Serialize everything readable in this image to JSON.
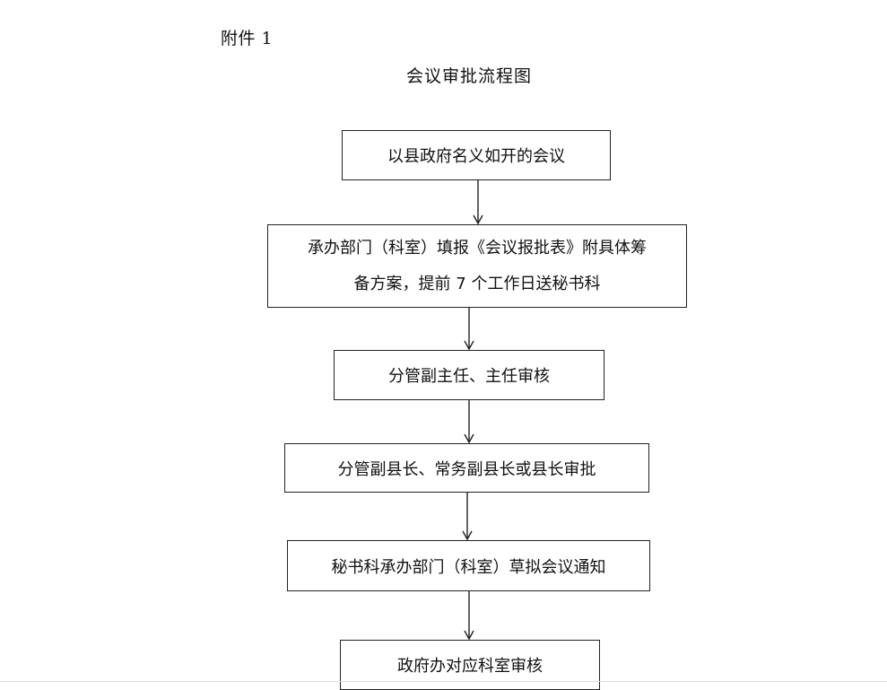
{
  "document": {
    "attachment_label": "附件 1",
    "title": "会议审批流程图"
  },
  "flow": {
    "steps": [
      {
        "lines": [
          "以县政府名义如开的会议"
        ]
      },
      {
        "lines": [
          "承办部门（科室）填报《会议报批表》附具体筹",
          "备方案，提前 7 个工作日送秘书科"
        ]
      },
      {
        "lines": [
          "分管副主任、主任审核"
        ]
      },
      {
        "lines": [
          "分管副县长、常务副县长或县长审批"
        ]
      },
      {
        "lines": [
          "秘书科承办部门（科室）草拟会议通知"
        ]
      },
      {
        "lines": [
          "政府办对应科室审核"
        ]
      }
    ]
  }
}
